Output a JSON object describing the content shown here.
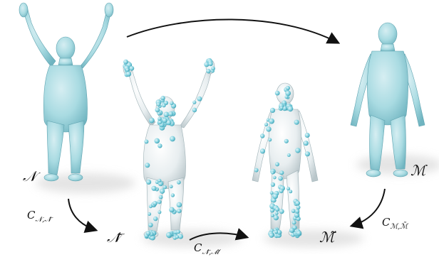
{
  "colors": {
    "body": "#a9dbe2",
    "body_shade": "#6fb4c0",
    "body_light": "#d6eef2",
    "sampled_body": "#e8eef0",
    "sample_point": "#7fd0de",
    "arrow": "#111111",
    "shadow": "#d9d9d9"
  },
  "labels": {
    "N": "𝒩",
    "N_tilde": "𝒩̃",
    "M": "ℳ",
    "M_tilde": "ℳ̃",
    "c_N": "C",
    "c_N_sub": "𝒩,𝒩̃",
    "c_M": "C",
    "c_M_sub": "ℳ,ℳ̃",
    "c_bottom": "C",
    "c_bottom_sub": "𝒩̃,ℳ̃"
  },
  "figures": [
    {
      "id": "N",
      "description_icon": "human-mesh-arms-up"
    },
    {
      "id": "N_tilde",
      "description_icon": "sampled-mesh-arms-up"
    },
    {
      "id": "M_tilde",
      "description_icon": "sampled-mesh-standing"
    },
    {
      "id": "M",
      "description_icon": "human-mesh-standing"
    }
  ]
}
